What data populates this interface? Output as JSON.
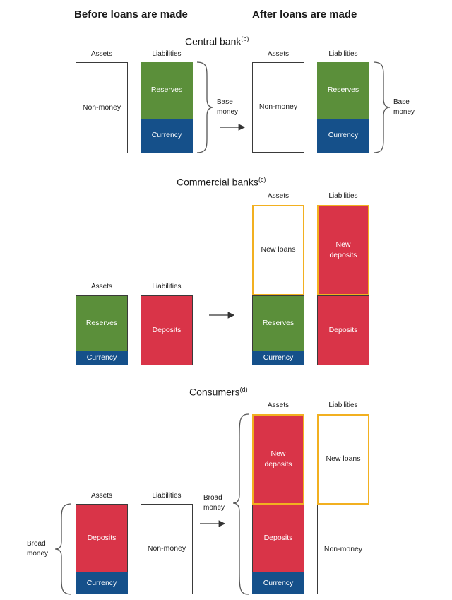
{
  "columns": {
    "before": "Before loans are made",
    "after": "After loans are made"
  },
  "central_bank": {
    "title": "Central bank",
    "note": "(b)",
    "assets_label": "Assets",
    "liabilities_label": "Liabilities",
    "non_money": "Non-money",
    "reserves": "Reserves",
    "currency": "Currency",
    "base_money": "Base money"
  },
  "commercial_banks": {
    "title": "Commercial banks",
    "note": "(c)",
    "assets_label": "Assets",
    "liabilities_label": "Liabilities",
    "reserves": "Reserves",
    "currency": "Currency",
    "deposits": "Deposits",
    "new_loans": "New loans",
    "new_deposits": "New deposits"
  },
  "consumers": {
    "title": "Consumers",
    "note": "(d)",
    "assets_label": "Assets",
    "liabilities_label": "Liabilities",
    "deposits": "Deposits",
    "currency": "Currency",
    "non_money": "Non-money",
    "new_deposits": "New deposits",
    "new_loans": "New loans",
    "broad_money": "Broad money"
  },
  "colors": {
    "reserves": "#5b8f3a",
    "currency": "#15508a",
    "deposits": "#d93448",
    "new_outline": "#f2b020"
  }
}
